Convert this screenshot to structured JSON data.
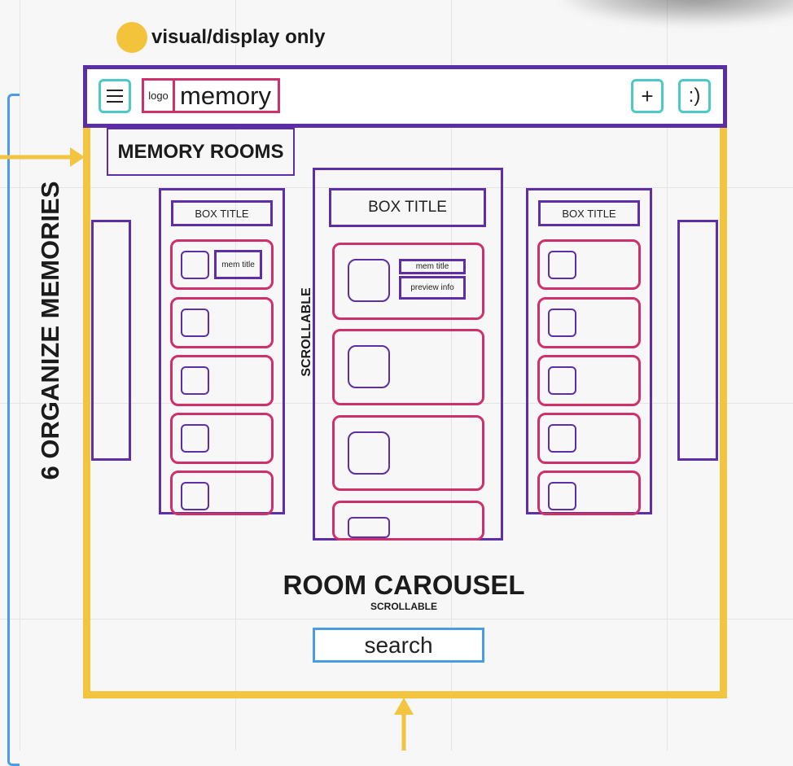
{
  "legend": {
    "label": "visual/display only",
    "color": "#f3c33c"
  },
  "side_label": "6 ORGANIZE MEMORIES",
  "header": {
    "menu_icon": "hamburger-icon",
    "logo_text": "logo",
    "app_name": "memory",
    "plus_label": "+",
    "profile_label": ":)"
  },
  "section_title": "MEMORY ROOMS",
  "rooms": {
    "left": {
      "title": "BOX TITLE",
      "mem_title": "mem title"
    },
    "center": {
      "title": "BOX TITLE",
      "mem_title": "mem title",
      "preview_info": "preview info",
      "scroll_label": "SCROLLABLE"
    },
    "right": {
      "title": "BOX TITLE"
    }
  },
  "carousel": {
    "title": "ROOM CAROUSEL",
    "subtitle": "SCROLLABLE"
  },
  "search": {
    "label": "search"
  },
  "colors": {
    "frame": "#f3c43f",
    "purple": "#5d2ea7",
    "pink": "#cf2f6a",
    "teal": "#4dc9c9",
    "blue": "#4a9be8"
  }
}
